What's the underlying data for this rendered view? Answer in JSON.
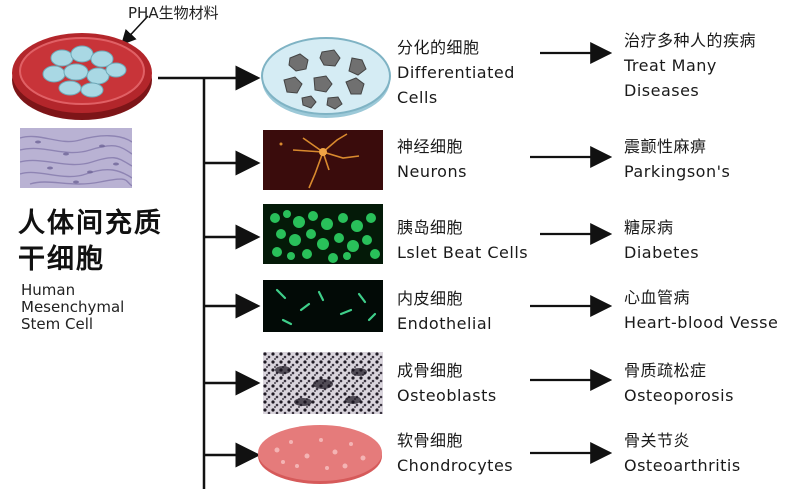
{
  "pha_label": "PHA生物材料",
  "stem_cell": {
    "title_line1": "人体间充质",
    "title_line2": "干细胞",
    "en_line1": "Human",
    "en_line2": "Mesenchymal",
    "en_line3": "Stem Cell"
  },
  "rows": [
    {
      "cn": "分化的细胞",
      "en_line1": "Differentiated",
      "en_line2": "Cells",
      "disease_cn": "治疗多种人的疾病",
      "disease_en_line1": "Treat Many",
      "disease_en_line2": "Diseases"
    },
    {
      "cn": "神经细胞",
      "en_line1": "Neurons",
      "en_line2": "",
      "disease_cn": "震颤性麻痹",
      "disease_en_line1": "Parkingson's",
      "disease_en_line2": ""
    },
    {
      "cn": "胰岛细胞",
      "en_line1": "Lslet Beat Cells",
      "en_line2": "",
      "disease_cn": "糖尿病",
      "disease_en_line1": "Diabetes",
      "disease_en_line2": ""
    },
    {
      "cn": "内皮细胞",
      "en_line1": "Endothelial",
      "en_line2": "",
      "disease_cn": "心血管病",
      "disease_en_line1": "Heart-blood Vesse",
      "disease_en_line2": ""
    },
    {
      "cn": "成骨细胞",
      "en_line1": "Osteoblasts",
      "en_line2": "",
      "disease_cn": "骨质疏松症",
      "disease_en_line1": "Osteoporosis",
      "disease_en_line2": ""
    },
    {
      "cn": "软骨细胞",
      "en_line1": "Chondrocytes",
      "en_line2": "",
      "disease_cn": "骨关节炎",
      "disease_en_line1": "Osteoarthritis",
      "disease_en_line2": ""
    }
  ],
  "colors": {
    "dish_red": "#b3262b",
    "dish_rim": "#d84a4f",
    "cell_blue": "#a9d8e4",
    "dish_glass": "#d5ecf4",
    "cell_gray": "#707070",
    "neuron_bg": "#3a0c0c",
    "neuron_cell": "#d98a2e",
    "islet_green": "#29c05a",
    "endo_green": "#3fcf8a",
    "tissue_purple": "#9c93bd",
    "chondro_red": "#e57b7b"
  }
}
